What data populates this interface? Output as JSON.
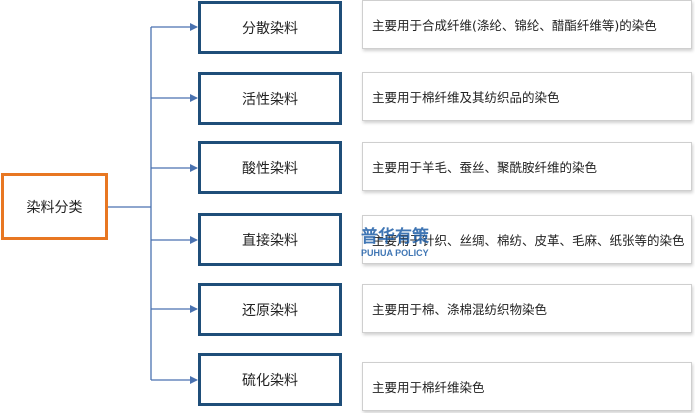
{
  "root": {
    "label": "染料分类"
  },
  "categories": [
    {
      "label": "分散染料",
      "description": "主要用于合成纤维(涤纶、锦纶、醋酯纤维等)的染色"
    },
    {
      "label": "活性染料",
      "description": "主要用于棉纤维及其纺织品的染色"
    },
    {
      "label": "酸性染料",
      "description": "主要用于羊毛、蚕丝、聚酰胺纤维的染色"
    },
    {
      "label": "直接染料",
      "description": "主要用于针织、丝绸、棉纺、皮革、毛麻、纸张等的染色"
    },
    {
      "label": "还原染料",
      "description": "主要用于棉、涤棉混纺织物染色"
    },
    {
      "label": "硫化染料",
      "description": "主要用于棉纤维染色"
    }
  ],
  "watermark": {
    "cn": "普华有策",
    "en": "PUHUA POLICY"
  },
  "colors": {
    "root_border": "#E87722",
    "category_border": "#1F4E79",
    "connector": "#4A72B0",
    "watermark": "#1F5FA8"
  }
}
